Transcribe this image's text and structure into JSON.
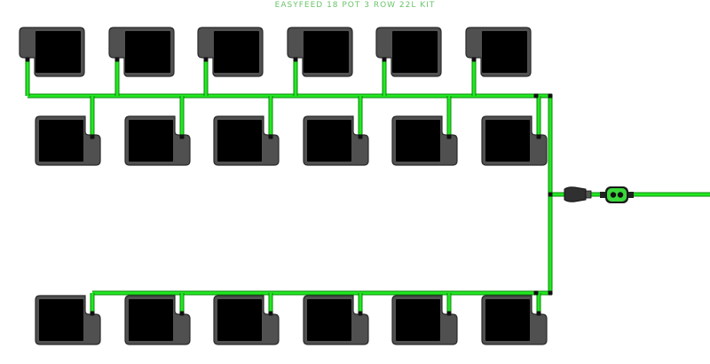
{
  "title": "EASYFEED 18 POT 3 ROW 22L KIT",
  "colors": {
    "tube": "#22e822",
    "tube_dark": "#0a8a0a",
    "pot_body": "#505050",
    "pot_outline": "#2a2a2a",
    "pot_inner": "#000000",
    "title": "#6cc36c",
    "valve_body": "#303030",
    "valve_green": "#3ad83a"
  },
  "rows": [
    {
      "name": "row-1",
      "pot_count": 6,
      "cutout": "bottom-left"
    },
    {
      "name": "row-2",
      "pot_count": 6,
      "cutout": "bottom-right"
    },
    {
      "name": "row-3",
      "pot_count": 6,
      "cutout": "bottom-right"
    }
  ],
  "components": [
    "tap-connector-icon",
    "control-valve-icon",
    "supply-line"
  ]
}
